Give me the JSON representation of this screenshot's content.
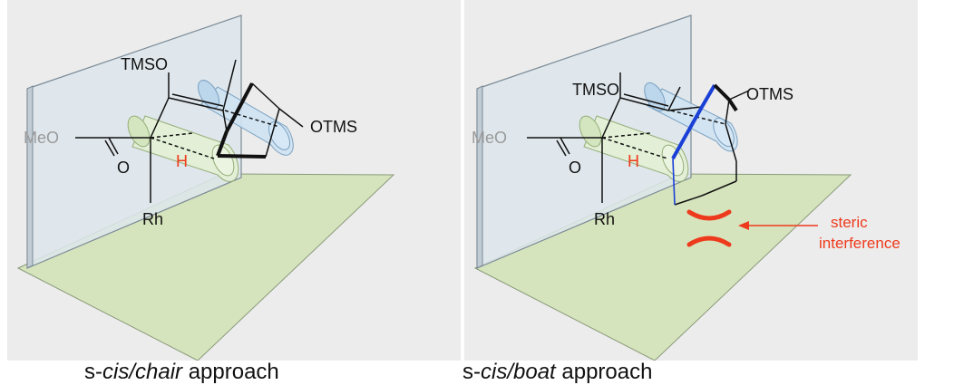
{
  "left_panel": {
    "labels": {
      "tmso": "TMSO",
      "otms": "OTMS",
      "meo": "MeO",
      "carbonyl_o": "O",
      "hydrogen": "H",
      "rhodium": "Rh"
    },
    "caption": {
      "prefix": "s-",
      "italic": "cis/chair",
      "suffix": " approach"
    }
  },
  "right_panel": {
    "labels": {
      "tmso": "TMSO",
      "otms": "OTMS",
      "meo": "MeO",
      "carbonyl_o": "O",
      "hydrogen": "H",
      "rhodium": "Rh"
    },
    "annotation": {
      "line1": "steric",
      "line2": "interference"
    },
    "caption": {
      "prefix": "s-",
      "italic": "cis/boat",
      "suffix": " approach"
    }
  },
  "colors": {
    "floor_plane": "#d6e4bd",
    "vertical_plane": "#dde6ec",
    "green_cylinder": "#e3f0d4",
    "blue_cylinder": "#cfe3f3",
    "hydrogen_red": "#ee3a1c",
    "boat_bond_blue": "#1a3fd6",
    "methoxy_grey": "#9a9a9a"
  }
}
